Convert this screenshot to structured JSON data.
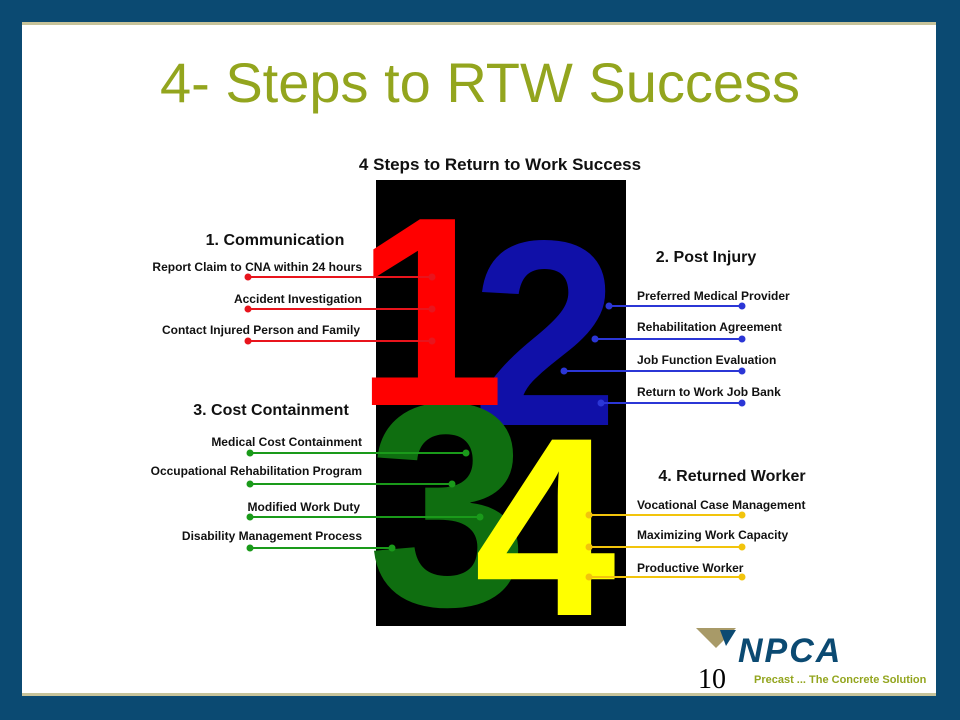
{
  "slide": {
    "title": "4- Steps to RTW Success",
    "page_number": "10"
  },
  "diagram": {
    "heading": "4 Steps to Return to Work Success",
    "steps": [
      {
        "label": "1. Communication",
        "color": "#e8141c",
        "items": [
          "Report Claim to CNA within 24 hours",
          "Accident Investigation",
          "Contact Injured Person and Family"
        ]
      },
      {
        "label": "2. Post Injury",
        "color": "#2b36d6",
        "items": [
          "Preferred Medical Provider",
          "Rehabilitation Agreement",
          "Job Function Evaluation",
          "Return to Work Job Bank"
        ]
      },
      {
        "label": "3. Cost Containment",
        "color": "#1a9a1a",
        "items": [
          "Medical Cost Containment",
          "Occupational Rehabilitation Program",
          "Modified Work Duty",
          "Disability Management Process"
        ]
      },
      {
        "label": "4. Returned Worker",
        "color": "#f2c40c",
        "items": [
          "Vocational Case Management",
          "Maximizing Work Capacity",
          "Productive Worker"
        ]
      }
    ],
    "digits": [
      "1",
      "2",
      "3",
      "4"
    ],
    "digit_colors": [
      "#ff0000",
      "#1010a8",
      "#0f6e10",
      "#ffff00"
    ]
  },
  "logo": {
    "name": "NPCA",
    "tagline": "Precast ... The Concrete Solution",
    "brand_color": "#0b4a72",
    "accent_color": "#93a51e"
  }
}
